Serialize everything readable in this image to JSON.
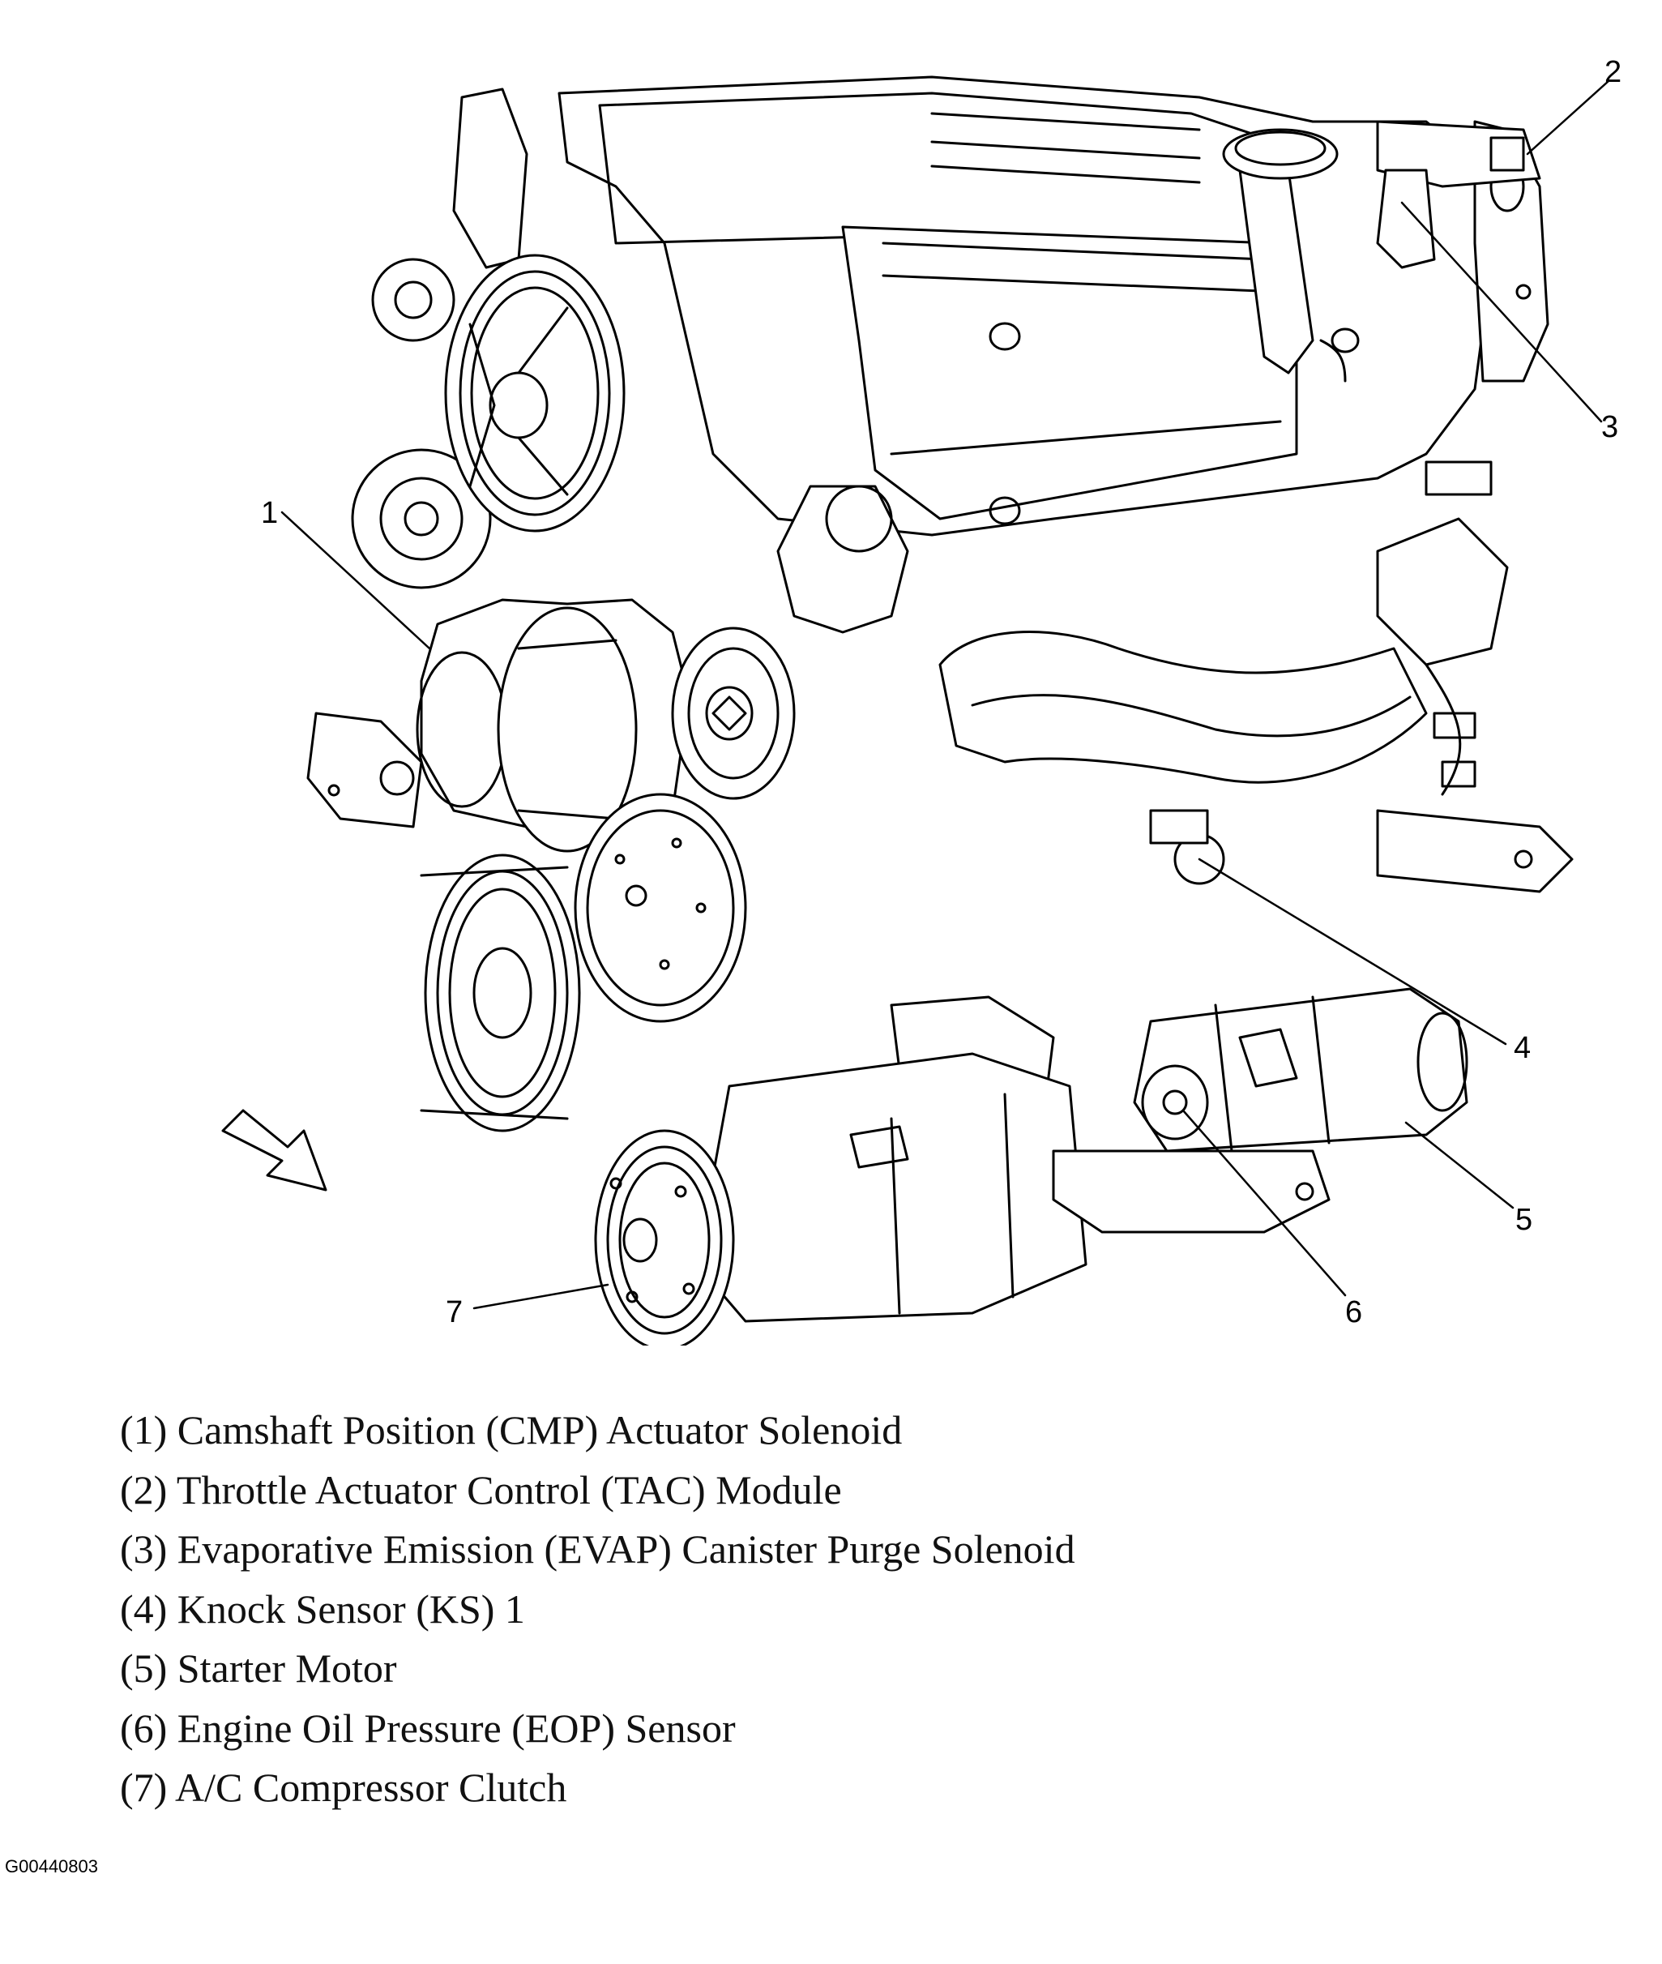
{
  "diagram": {
    "callouts": [
      {
        "id": "1",
        "label": "1"
      },
      {
        "id": "2",
        "label": "2"
      },
      {
        "id": "3",
        "label": "3"
      },
      {
        "id": "4",
        "label": "4"
      },
      {
        "id": "5",
        "label": "5"
      },
      {
        "id": "6",
        "label": "6"
      },
      {
        "id": "7",
        "label": "7"
      }
    ]
  },
  "legend": [
    "(1) Camshaft Position (CMP) Actuator Solenoid",
    "(2) Throttle Actuator Control (TAC) Module",
    "(3) Evaporative Emission (EVAP) Canister Purge Solenoid",
    "(4) Knock Sensor (KS) 1",
    "(5) Starter Motor",
    "(6) Engine Oil Pressure (EOP) Sensor",
    "(7) A/C Compressor Clutch"
  ],
  "figure_id": "G00440803"
}
